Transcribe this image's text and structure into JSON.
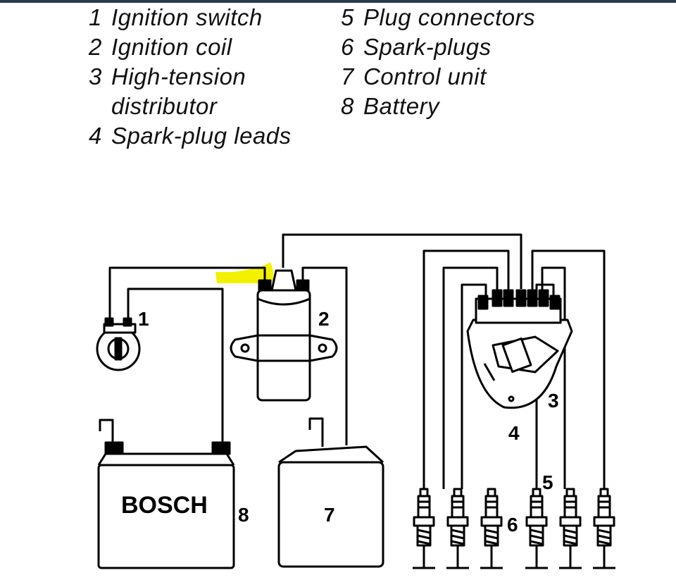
{
  "legend": {
    "col1": [
      {
        "num": "1",
        "text": "Ignition switch"
      },
      {
        "num": "2",
        "text": "Ignition coil"
      },
      {
        "num": "3",
        "text": "High-tension",
        "cont": "distributor"
      },
      {
        "num": "4",
        "text": "Spark-plug leads"
      }
    ],
    "col2": [
      {
        "num": "5",
        "text": "Plug connectors"
      },
      {
        "num": "6",
        "text": "Spark-plugs"
      },
      {
        "num": "7",
        "text": "Control unit"
      },
      {
        "num": "8",
        "text": "Battery"
      }
    ]
  },
  "diagram": {
    "labels": {
      "switch": "1",
      "coil": "2",
      "distributor": "3",
      "leads": "4",
      "connectors": "5",
      "plugs": "6",
      "control_unit": "7",
      "battery": "8"
    },
    "battery_brand": "BOSCH",
    "highlight_color": "#f2f200"
  }
}
